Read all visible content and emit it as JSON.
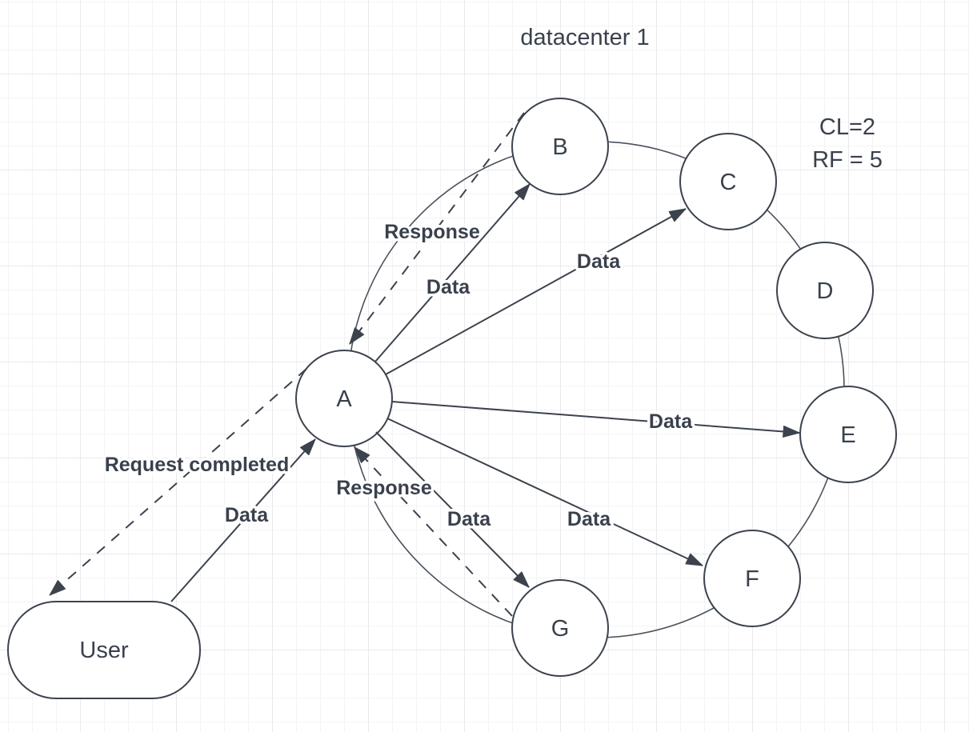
{
  "diagram": {
    "title": "datacenter 1",
    "annotations": [
      {
        "text": "CL=2"
      },
      {
        "text": "RF = 5"
      }
    ],
    "nodes": [
      {
        "id": "A",
        "label": "A"
      },
      {
        "id": "B",
        "label": "B"
      },
      {
        "id": "C",
        "label": "C"
      },
      {
        "id": "D",
        "label": "D"
      },
      {
        "id": "E",
        "label": "E"
      },
      {
        "id": "F",
        "label": "F"
      },
      {
        "id": "G",
        "label": "G"
      }
    ],
    "user": {
      "label": "User"
    },
    "edges": [
      {
        "from": "User",
        "to": "A",
        "label": "Data",
        "style": "solid"
      },
      {
        "from": "A",
        "to": "User",
        "label": "Request completed",
        "style": "dashed"
      },
      {
        "from": "B",
        "to": "A",
        "label": "Response",
        "style": "dashed"
      },
      {
        "from": "G",
        "to": "A",
        "label": "Response",
        "style": "dashed"
      },
      {
        "from": "A",
        "to": "B",
        "label": "Data",
        "style": "solid"
      },
      {
        "from": "A",
        "to": "C",
        "label": "Data",
        "style": "solid"
      },
      {
        "from": "A",
        "to": "E",
        "label": "Data",
        "style": "solid"
      },
      {
        "from": "A",
        "to": "F",
        "label": "Data",
        "style": "solid"
      },
      {
        "from": "A",
        "to": "G",
        "label": "Data",
        "style": "solid"
      }
    ],
    "colors": {
      "stroke_color": "#3c434d",
      "text_color": "#3a414c",
      "node_fill": "#ffffff",
      "background": "#ffffff",
      "grid_minor": "#f3f3f4",
      "grid_major": "#e9e9ec"
    }
  }
}
